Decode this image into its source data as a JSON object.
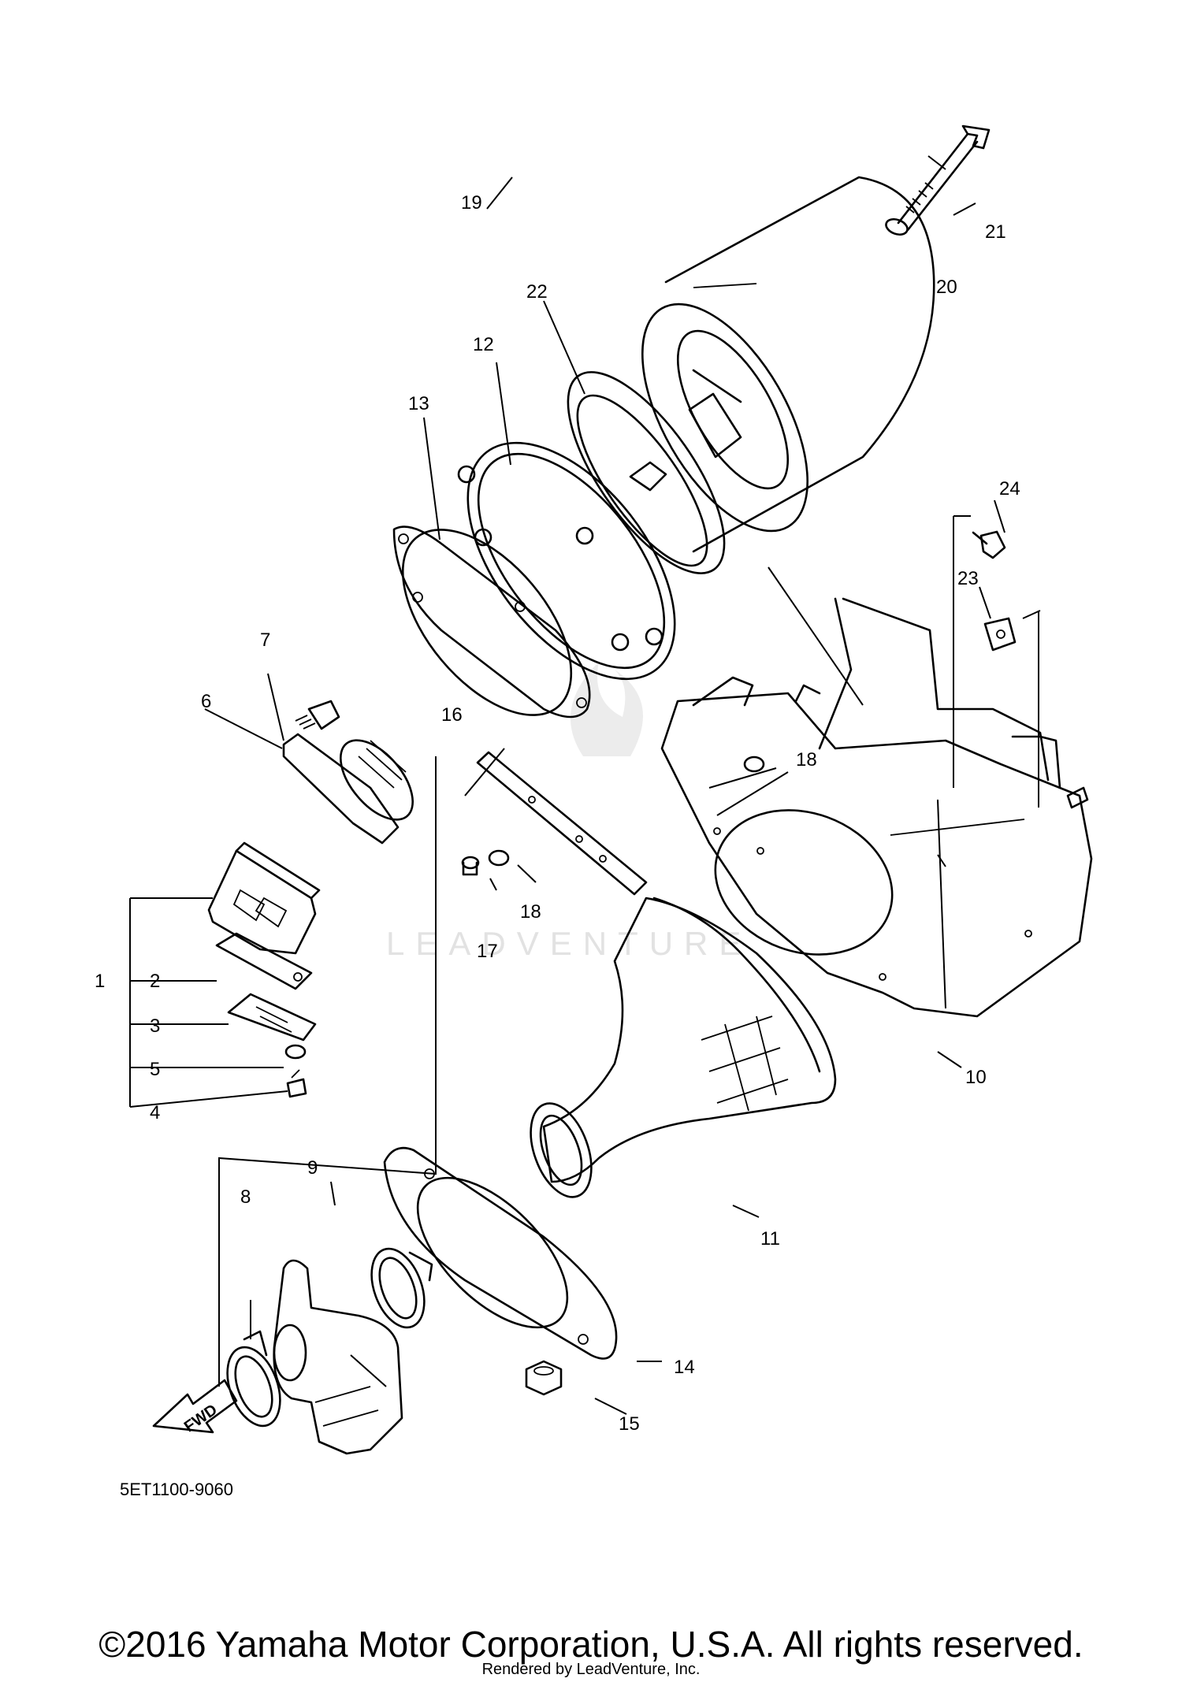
{
  "diagram": {
    "catalog_code": "5ET1100-9060",
    "watermark": "LEADVENTURE",
    "fwd_label": "FWD",
    "callouts": [
      "1",
      "2",
      "3",
      "4",
      "5",
      "6",
      "7",
      "8",
      "9",
      "10",
      "11",
      "12",
      "13",
      "14",
      "15",
      "16",
      "17",
      "18",
      "18",
      "19",
      "20",
      "21",
      "22",
      "23",
      "24"
    ]
  },
  "footer": {
    "copyright": "©2016 Yamaha Motor Corporation, U.S.A. All rights reserved.",
    "rendered_by": "Rendered by LeadVenture, Inc."
  }
}
